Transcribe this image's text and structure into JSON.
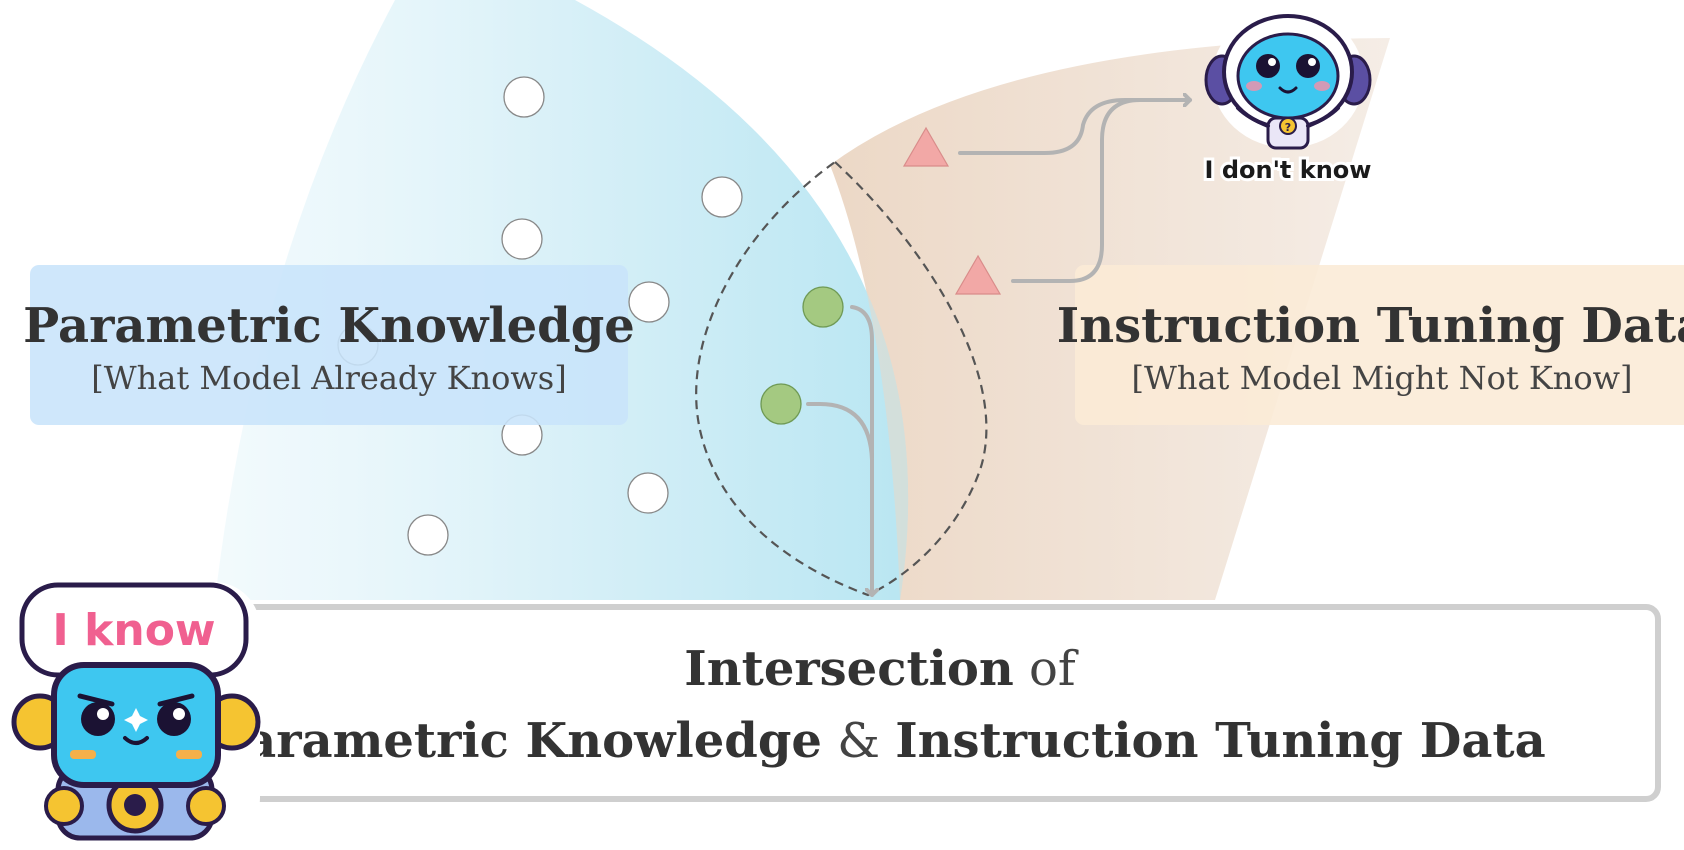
{
  "left_box": {
    "title": "Parametric Knowledge",
    "subtitle": "[What Model Already Knows]"
  },
  "right_box": {
    "title": "Instruction Tuning Data",
    "subtitle": "[What Model Might Not Know]"
  },
  "bottom_box": {
    "line1_bold": "Intersection",
    "line1_rest": " of",
    "line2_part1": "Parametric Knowledge",
    "line2_amp": " & ",
    "line2_part2": "Instruction Tuning Data"
  },
  "badges": {
    "i_know": "I know",
    "i_dont_know": "I don't know"
  },
  "colors": {
    "knowledge_region": "#bfe7f2",
    "instruction_region": "#f0e1d4",
    "knowledge_box": "#c8e4fb",
    "instruction_box": "#fbebd6",
    "triangle": "#f2a8a6",
    "green_dot": "#a4c981",
    "arrow": "#b3b3b3",
    "robot_body": "#3ec7f0",
    "robot_outline": "#2a1c4a",
    "i_know_text": "#f06090"
  }
}
